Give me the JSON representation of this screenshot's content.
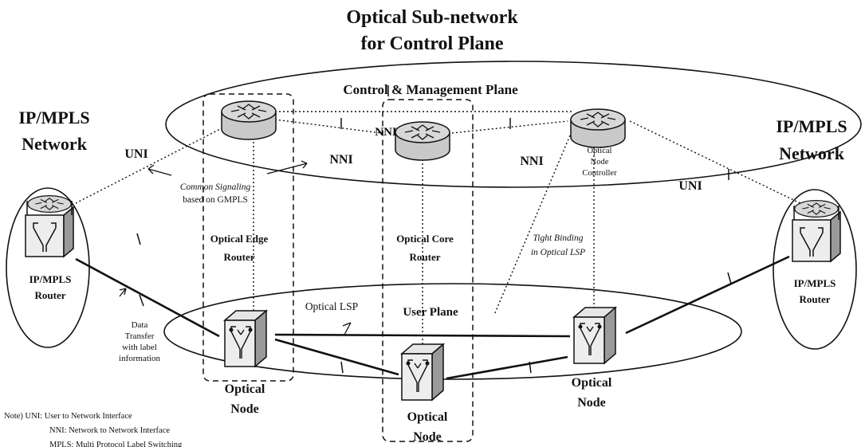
{
  "title_line1": "Optical Sub-network",
  "title_line2": "for Control Plane",
  "control_plane_label": "Control & Management Plane",
  "user_plane_label": "User Plane",
  "left_network": {
    "line1": "IP/MPLS",
    "line2": "Network",
    "router_line1": "IP/MPLS",
    "router_line2": "Router",
    "uni": "UNI"
  },
  "right_network": {
    "line1": "IP/MPLS",
    "line2": "Network",
    "router_line1": "IP/MPLS",
    "router_line2": "Router",
    "uni": "UNI"
  },
  "nni_labels": {
    "top": "NNI",
    "left": "NNI",
    "right": "NNI"
  },
  "common_signaling": {
    "line1": "Common Signaling",
    "line2": "based on GMPLS"
  },
  "optical_node_controller": {
    "line1": "Optical",
    "line2": "Node",
    "line3": "Controller"
  },
  "edge_router": {
    "line1": "Optical Edge",
    "line2": "Router"
  },
  "core_router": {
    "line1": "Optical Core",
    "line2": "Router"
  },
  "tight_binding": {
    "line1": "Tight Binding",
    "line2": "in Optical LSP"
  },
  "optical_lsp": "Optical LSP",
  "data_transfer": {
    "line1": "Data",
    "line2": "Transfer",
    "line3": "with label",
    "line4": "information"
  },
  "optical_node": {
    "line1": "Optical",
    "line2": "Node"
  },
  "notes": {
    "line1": "Note)  UNI: User to Network Interface",
    "line2": "NNI: Network to Network Interface",
    "line3": "MPLS: Multi Protocol Label Switching"
  },
  "colors": {
    "ink": "#111111",
    "router_top": "#d6d6d6",
    "router_body": "#cfcfcf",
    "switch_face": "#e8e8e8"
  }
}
